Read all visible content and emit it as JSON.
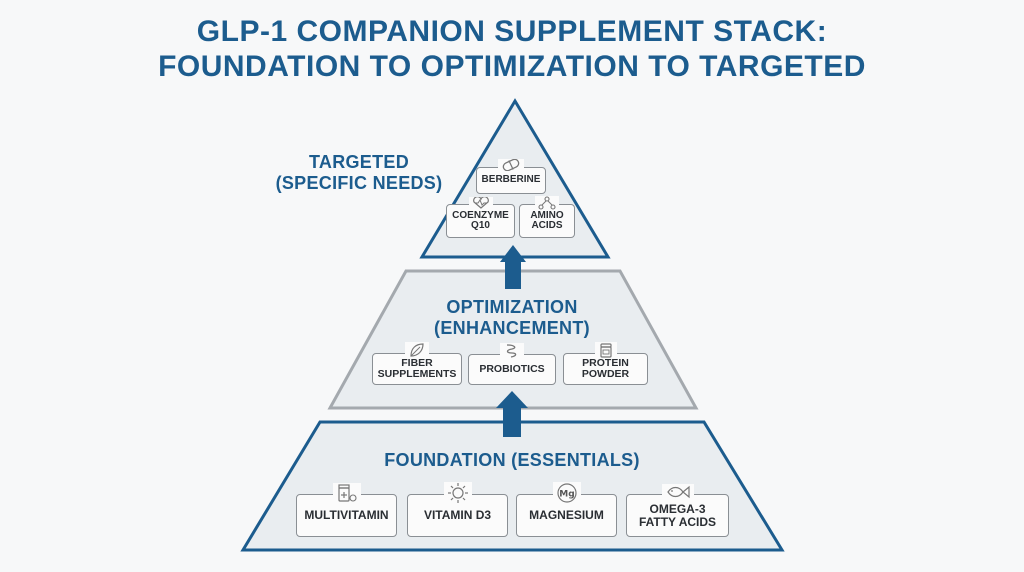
{
  "title": {
    "line1": "GLP-1 COMPANION SUPPLEMENT STACK:",
    "line2": "FOUNDATION TO OPTIMIZATION TO TARGETED"
  },
  "tiers": {
    "targeted": {
      "label_line1": "TARGETED",
      "label_line2": "(SPECIFIC NEEDS)",
      "items": {
        "berberine": "BERBERINE",
        "coq10_line1": "COENZYME",
        "coq10_line2": "Q10",
        "amino_line1": "AMINO",
        "amino_line2": "ACIDS"
      }
    },
    "optimization": {
      "label_line1": "OPTIMIZATION",
      "label_line2": "(ENHANCEMENT)",
      "items": {
        "fiber_line1": "FIBER",
        "fiber_line2": "SUPPLEMENTS",
        "probiotics": "PROBIOTICS",
        "protein_line1": "PROTEIN",
        "protein_line2": "POWDER"
      }
    },
    "foundation": {
      "label": "FOUNDATION (ESSENTIALS)",
      "items": {
        "multivitamin": "MULTIVITAMIN",
        "vitamin_d3": "VITAMIN D3",
        "magnesium": "MAGNESIUM",
        "omega_line1": "OMEGA-3",
        "omega_line2": "FATTY ACIDS"
      }
    }
  },
  "icons": {
    "magnesium_symbol": "Mg"
  },
  "colors": {
    "accent": "#1c5c8e",
    "tier_fill": "#e9edf0",
    "middle_border": "#a4a9ae"
  }
}
